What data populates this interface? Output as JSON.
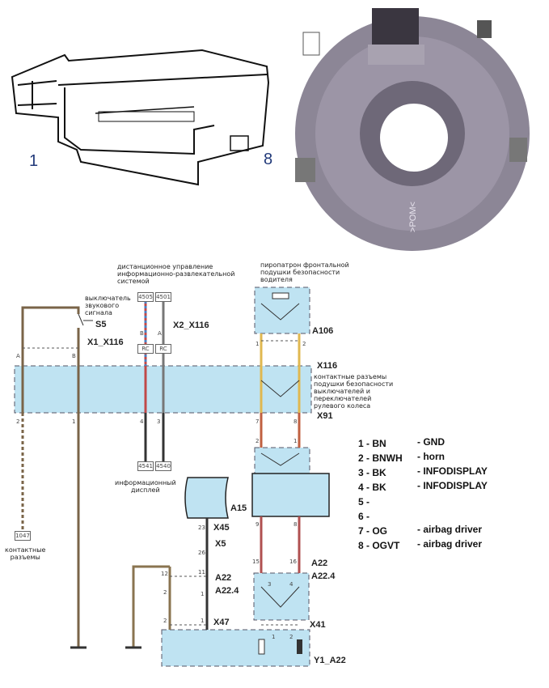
{
  "connector_drawing": {
    "pin_first": "1",
    "pin_last": "8"
  },
  "photo": {
    "marking": ">POM<"
  },
  "diagram": {
    "captions": {
      "remote_control": "дистанционное управление\nинформационно-развлекательной\nсистемой",
      "horn_switch": "выключатель\nзвукового\nсигнала",
      "squib": "пиропатрон фронтальной\nподушки безопасности\nводителя",
      "clockspring": "контактные разъемы\nподушки безопасности\nвыключателей и\nпереключателей\nрулевого колеса",
      "info_display": "информационный\nдисплей",
      "contacts": "контактные\nразъемы"
    },
    "labels": {
      "s5": "S5",
      "x1": "X1_X116",
      "x2": "X2_X116",
      "a106": "A106",
      "x116": "X116",
      "x91": "X91",
      "a15": "A15",
      "x45": "X45",
      "x5": "X5",
      "a22": "A22",
      "a224": "A22.4",
      "x47": "X47",
      "a22r": "A22",
      "a224r": "A22.4",
      "x41": "X41",
      "y1": "Y1_A22"
    },
    "boxes": {
      "b4505": "4505",
      "b4501": "4501",
      "rc1": "RC",
      "rc2": "RC",
      "b4541": "4541",
      "b4540": "4540",
      "b1047": "1047"
    },
    "pins": {
      "A": "A",
      "B": "B",
      "pB": "B",
      "pA": "A",
      "p1a": "1",
      "p2a": "2",
      "p2": "2",
      "p1": "1",
      "p4": "4",
      "p3": "3",
      "p7": "7",
      "p8": "8",
      "q2": "2",
      "q1": "1",
      "p9": "9",
      "p8b": "8",
      "p15": "15",
      "p16": "16",
      "r3": "3",
      "r4": "4",
      "p23": "23",
      "p26": "26",
      "p12": "12",
      "p11": "11",
      "s2": "2",
      "s1": "1",
      "t2": "2",
      "t1": "1",
      "u1": "1",
      "u2": "2"
    }
  },
  "legend": [
    {
      "pin": "1 - BN",
      "desc": "- GND"
    },
    {
      "pin": "2 - BNWH",
      "desc": "- horn"
    },
    {
      "pin": "3 - BK",
      "desc": "- INFODISPLAY"
    },
    {
      "pin": "4 - BK",
      "desc": "- INFODISPLAY"
    },
    {
      "pin": "5 -",
      "desc": ""
    },
    {
      "pin": "6 -",
      "desc": ""
    },
    {
      "pin": "7 - OG",
      "desc": "- airbag driver"
    },
    {
      "pin": "8 - OGVT",
      "desc": "- airbag driver"
    }
  ]
}
